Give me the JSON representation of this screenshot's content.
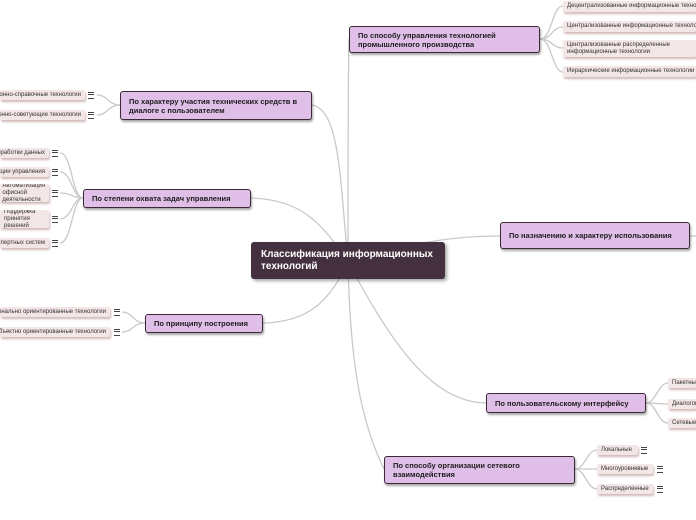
{
  "root": "Классификация информационных технологий",
  "branches": {
    "control_method": "По способу управления технологией промышленного производства",
    "participation": "По характеру участия технических средств в диалоге с пользователем",
    "task_coverage": "По степени охвата задач управления",
    "purpose": "По назначению и характеру использования",
    "construction": "По принципу построения",
    "ui": "По пользовательскому интерфейсу",
    "network": "По способу организации сетевого взаимодействия"
  },
  "leaves": {
    "control_method": [
      "Децентрализованные информационные технологии",
      "Централизованные информационные технологии",
      "Централизованные распределенные информационные технологии",
      "Иерархические информационные технологии"
    ],
    "participation": [
      "Информационно-справочные технологии",
      "Информационно-советующие технологии"
    ],
    "task_coverage": [
      "Автоматизация обработки данных",
      "Автоматизация функции управления",
      "Автоматизация офисной деятельности",
      "Поддержка принятия решений",
      "Технологии экспертных систем"
    ],
    "construction": [
      "Функционально ориентированные технологии",
      "Объектно ориентированные технологии"
    ],
    "ui": [
      "Пакетные",
      "Диалоговые",
      "Сетевые"
    ],
    "network": [
      "Локальные",
      "Многоуровневые",
      "Распределенные"
    ]
  },
  "icons": {
    "leaf_note": "notes-icon"
  },
  "colors": {
    "root_bg": "#45303f",
    "branch_bg": "#dfbfe8",
    "leaf_bg": "#f3e6e7",
    "connector": "#c9c9c9"
  }
}
